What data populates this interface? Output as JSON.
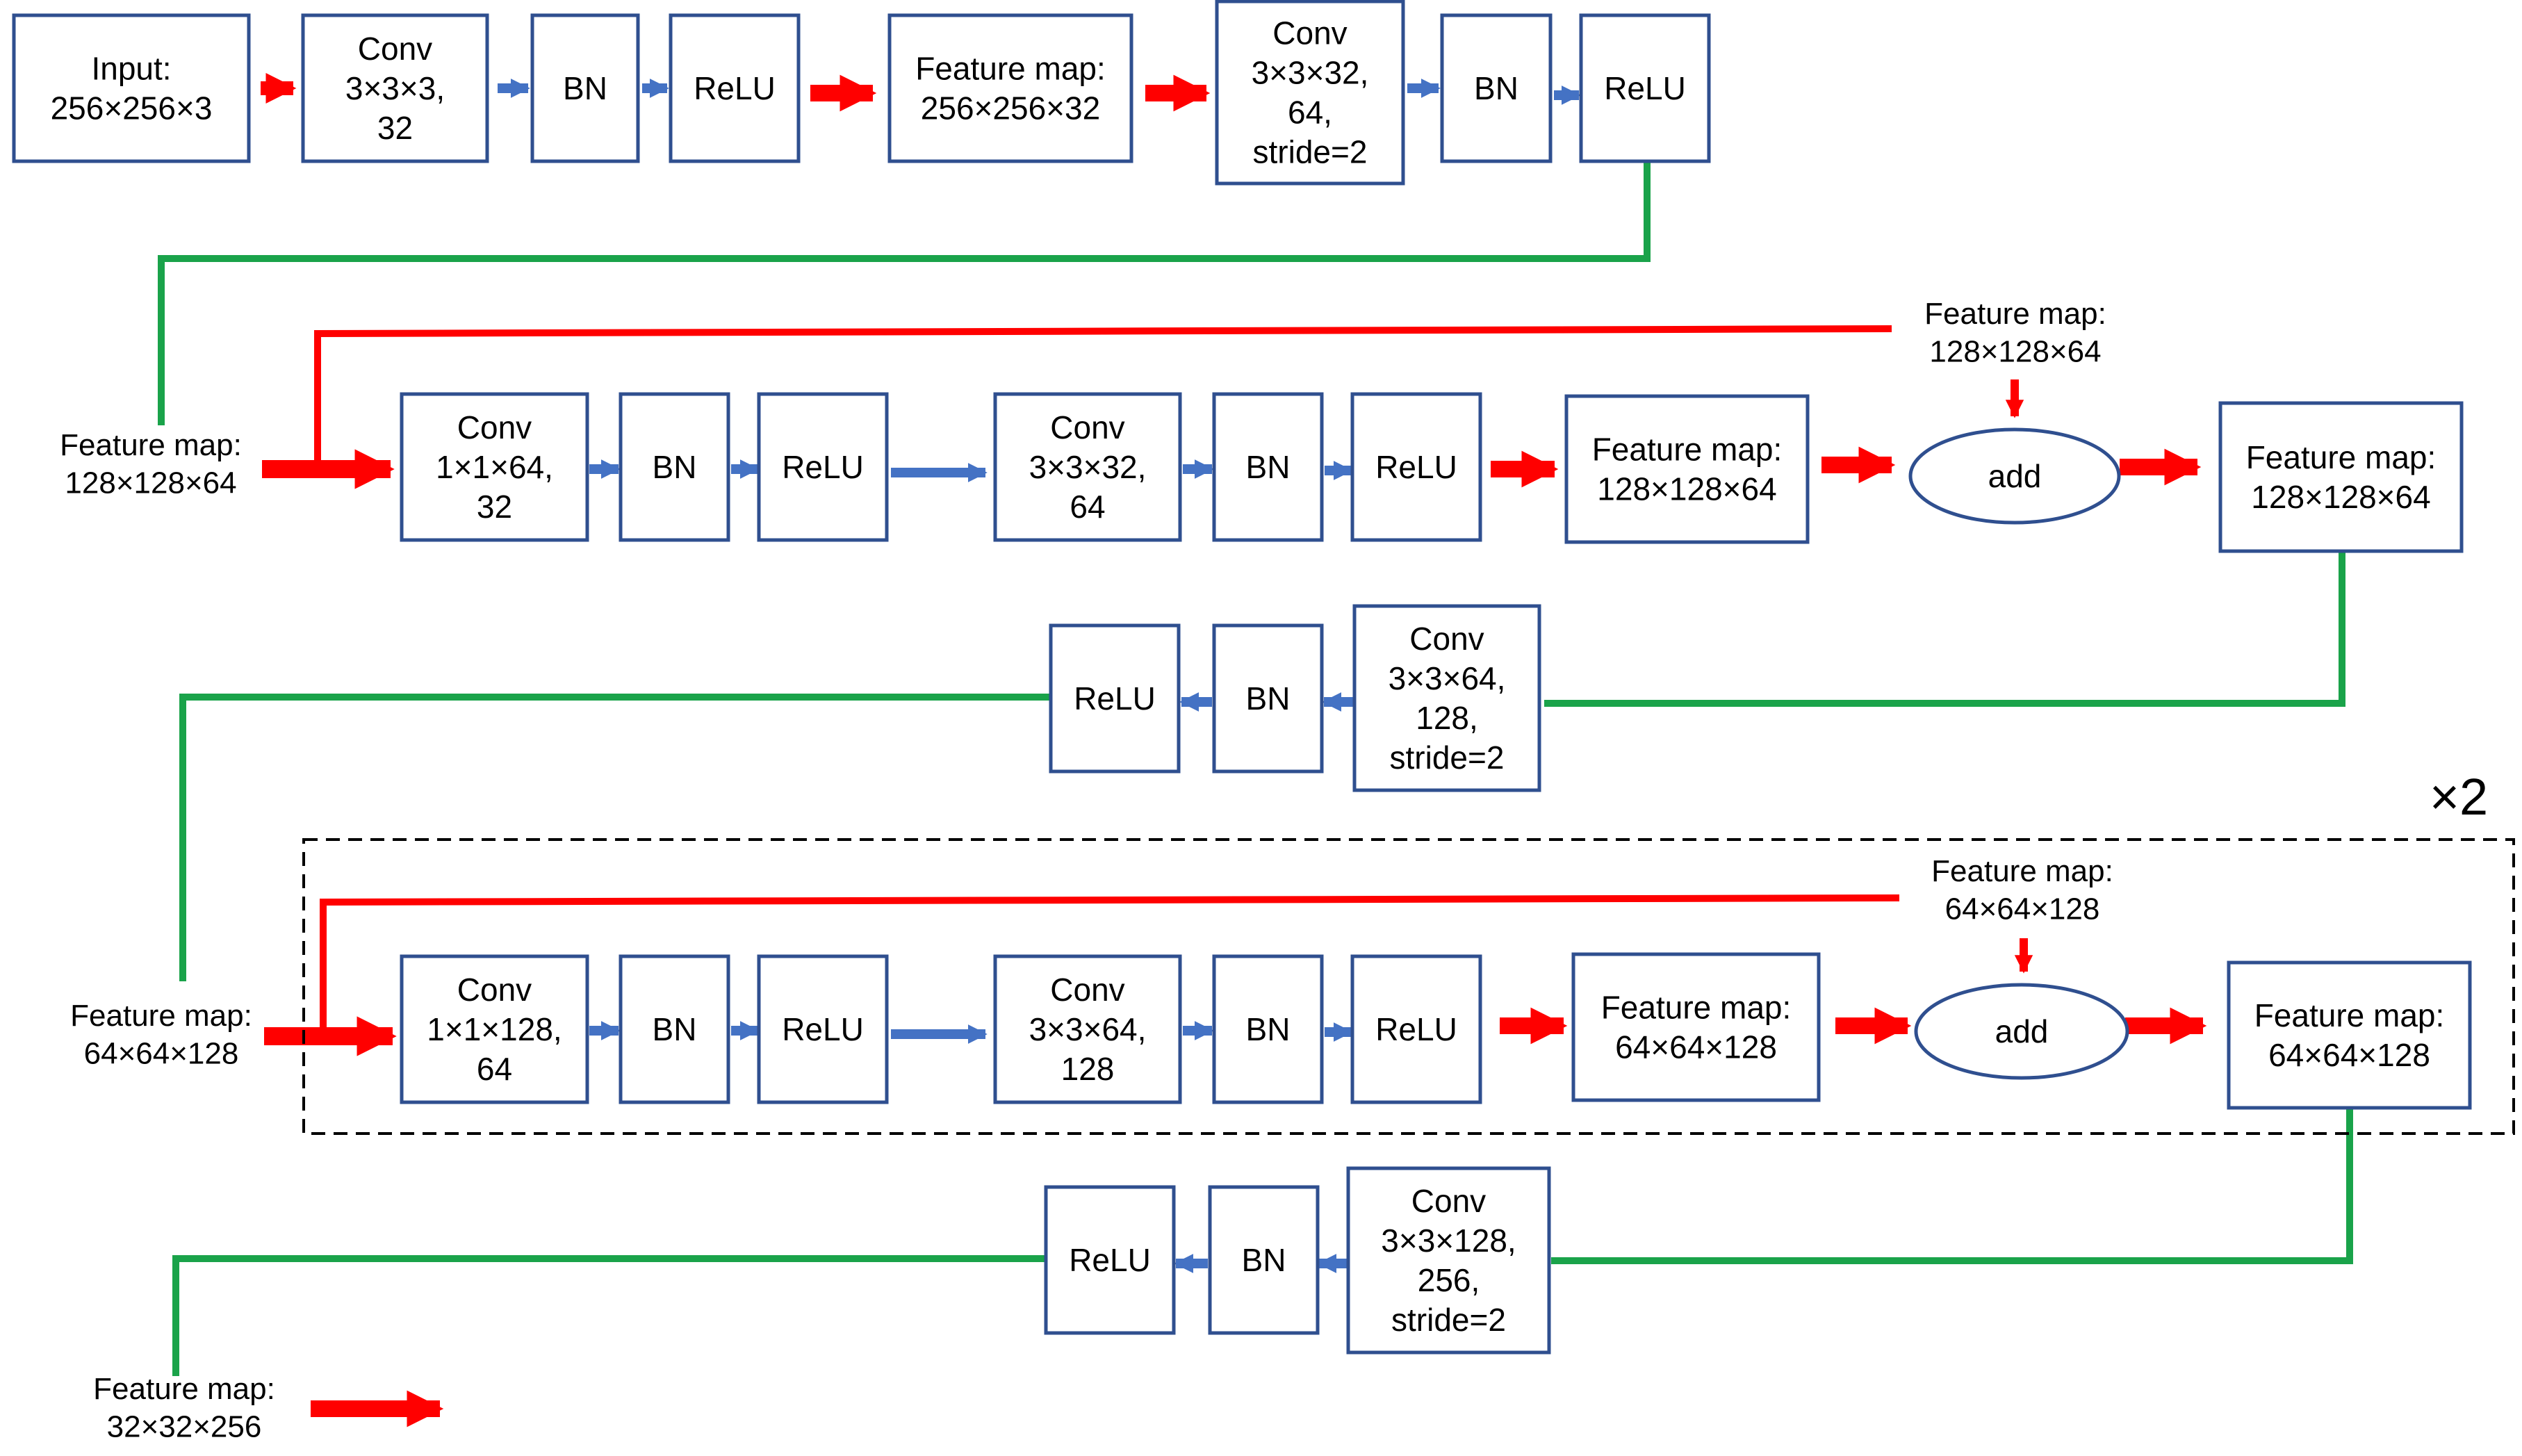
{
  "colors": {
    "box_border": "#2f4f8f",
    "red_arrow": "#ff0000",
    "blue_arrow": "#4472c4",
    "green_connector": "#1aa34a",
    "dashed_border": "#000000"
  },
  "stage1": {
    "input": [
      "Input:",
      "256×256×3"
    ],
    "conv1": [
      "Conv",
      "3×3×3,",
      "32"
    ],
    "bn1": [
      "BN"
    ],
    "relu1": [
      "ReLU"
    ],
    "feature_map1": [
      "Feature map:",
      "256×256×32"
    ],
    "conv2": [
      "Conv",
      "3×3×32,",
      "64,",
      "stride=2"
    ],
    "bn2": [
      "BN"
    ],
    "relu2": [
      "ReLU"
    ]
  },
  "block1": {
    "input_label": [
      "Feature map:",
      "128×128×64"
    ],
    "skip_label": [
      "Feature map:",
      "128×128×64"
    ],
    "conv_a": [
      "Conv",
      "1×1×64,",
      "32"
    ],
    "bn_a": [
      "BN"
    ],
    "relu_a": [
      "ReLU"
    ],
    "conv_b": [
      "Conv",
      "3×3×32,",
      "64"
    ],
    "bn_b": [
      "BN"
    ],
    "relu_b": [
      "ReLU"
    ],
    "feature_map": [
      "Feature map:",
      "128×128×64"
    ],
    "add": [
      "add"
    ],
    "output": [
      "Feature map:",
      "128×128×64"
    ]
  },
  "down1": {
    "conv": [
      "Conv",
      "3×3×64,",
      "128,",
      "stride=2"
    ],
    "bn": [
      "BN"
    ],
    "relu": [
      "ReLU"
    ]
  },
  "block2": {
    "repeat": "×2",
    "input_label": [
      "Feature map:",
      "64×64×128"
    ],
    "skip_label": [
      "Feature map:",
      "64×64×128"
    ],
    "conv_a": [
      "Conv",
      "1×1×128,",
      "64"
    ],
    "bn_a": [
      "BN"
    ],
    "relu_a": [
      "ReLU"
    ],
    "conv_b": [
      "Conv",
      "3×3×64,",
      "128"
    ],
    "bn_b": [
      "BN"
    ],
    "relu_b": [
      "ReLU"
    ],
    "feature_map": [
      "Feature map:",
      "64×64×128"
    ],
    "add": [
      "add"
    ],
    "output": [
      "Feature map:",
      "64×64×128"
    ]
  },
  "down2": {
    "conv": [
      "Conv",
      "3×3×128,",
      "256,",
      "stride=2"
    ],
    "bn": [
      "BN"
    ],
    "relu": [
      "ReLU"
    ]
  },
  "final": {
    "output_label": [
      "Feature map:",
      "32×32×256"
    ]
  }
}
